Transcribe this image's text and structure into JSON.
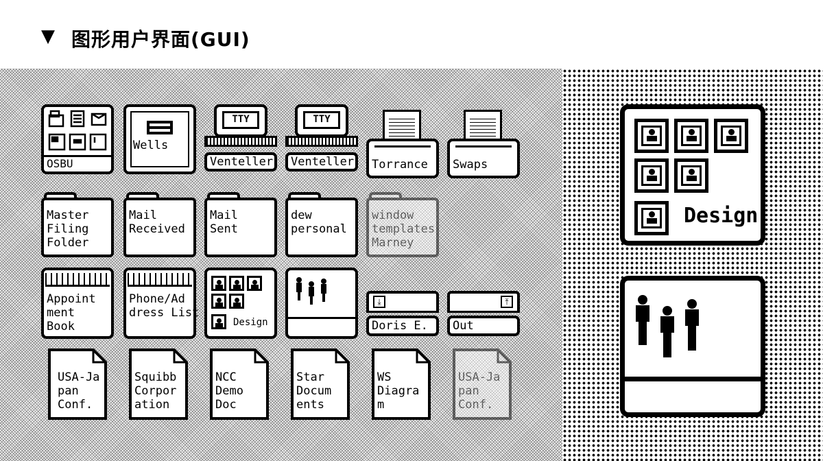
{
  "header": {
    "marker": "▼",
    "title": "图形用户界面(GUI)"
  },
  "desktop": {
    "cabinet_osbu": {
      "label": "OSBU"
    },
    "wells": {
      "label": "Wells"
    },
    "terminals": [
      {
        "screen": "TTY",
        "label": "Venteller"
      },
      {
        "screen": "TTY",
        "label": "Venteller"
      }
    ],
    "printers": [
      {
        "label": "Torrance"
      },
      {
        "label": "Swaps"
      }
    ],
    "folders": [
      {
        "lines": [
          "Master",
          "Filing",
          "Folder"
        ]
      },
      {
        "lines": [
          "Mail",
          "Received"
        ]
      },
      {
        "lines": [
          "Mail",
          "Sent"
        ]
      },
      {
        "lines": [
          "dew",
          "personal"
        ]
      },
      {
        "lines": [
          "window",
          "templates",
          "Marney"
        ]
      }
    ],
    "address_books": [
      {
        "lines": [
          "Appoint",
          "ment",
          "Book"
        ]
      },
      {
        "lines": [
          "Phone/Ad",
          "dress List"
        ]
      }
    ],
    "design_group": {
      "label": "Design"
    },
    "baskets": [
      {
        "label": "Doris E.",
        "icon": "inbox-icon"
      },
      {
        "label": "Out",
        "icon": "outbox-icon"
      }
    ],
    "documents": [
      {
        "lines": [
          "USA-Ja",
          "pan",
          "Conf."
        ]
      },
      {
        "lines": [
          "Squibb",
          "Corpor",
          "ation"
        ]
      },
      {
        "lines": [
          "NCC",
          "Demo",
          "Doc"
        ]
      },
      {
        "lines": [
          "Star",
          "Docum",
          "ents"
        ]
      },
      {
        "lines": [
          "WS",
          "Diagra",
          "m"
        ]
      },
      {
        "lines": [
          "USA-Ja",
          "pan",
          "Conf."
        ]
      }
    ]
  },
  "zoom": {
    "design_label": "Design"
  }
}
